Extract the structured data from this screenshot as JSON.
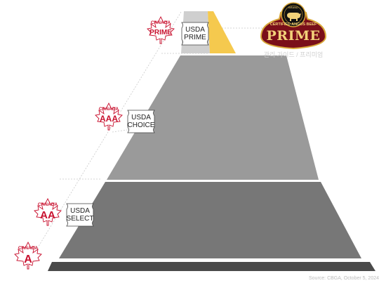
{
  "pyramid": {
    "tiers": [
      {
        "usda": [
          "USDA",
          "PRIME"
        ],
        "canada_word": "CANADA",
        "canada_grade": "PRIME"
      },
      {
        "usda": [
          "USDA",
          "CHOICE"
        ],
        "canada_word": "CANADA",
        "canada_grade": "AAA"
      },
      {
        "usda": [
          "USDA",
          "SELECT"
        ],
        "canada_word": "CANADA",
        "canada_grade": "AA"
      },
      {
        "usda": [],
        "canada_word": "CANADA",
        "canada_grade": "A"
      }
    ]
  },
  "cab_logo": {
    "ring_text": "CERTIFIED ANGUS BEEF",
    "brand_mark": "BRAND",
    "grade": "PRIME",
    "subtitle": "관리 가이드 / 프리미엄"
  },
  "source_note": "Source: CBGA, October 5, 2024",
  "colors": {
    "tier_top": "#cfcfcf",
    "tier_choice": "#9a9a9a",
    "tier_select": "#777777",
    "tier_base": "#4a4a4a",
    "cab_wedge": "#f5c94e",
    "maple_red": "#c8102e",
    "logo_maroon": "#7a0f1a",
    "logo_gold": "#d8a83a"
  }
}
